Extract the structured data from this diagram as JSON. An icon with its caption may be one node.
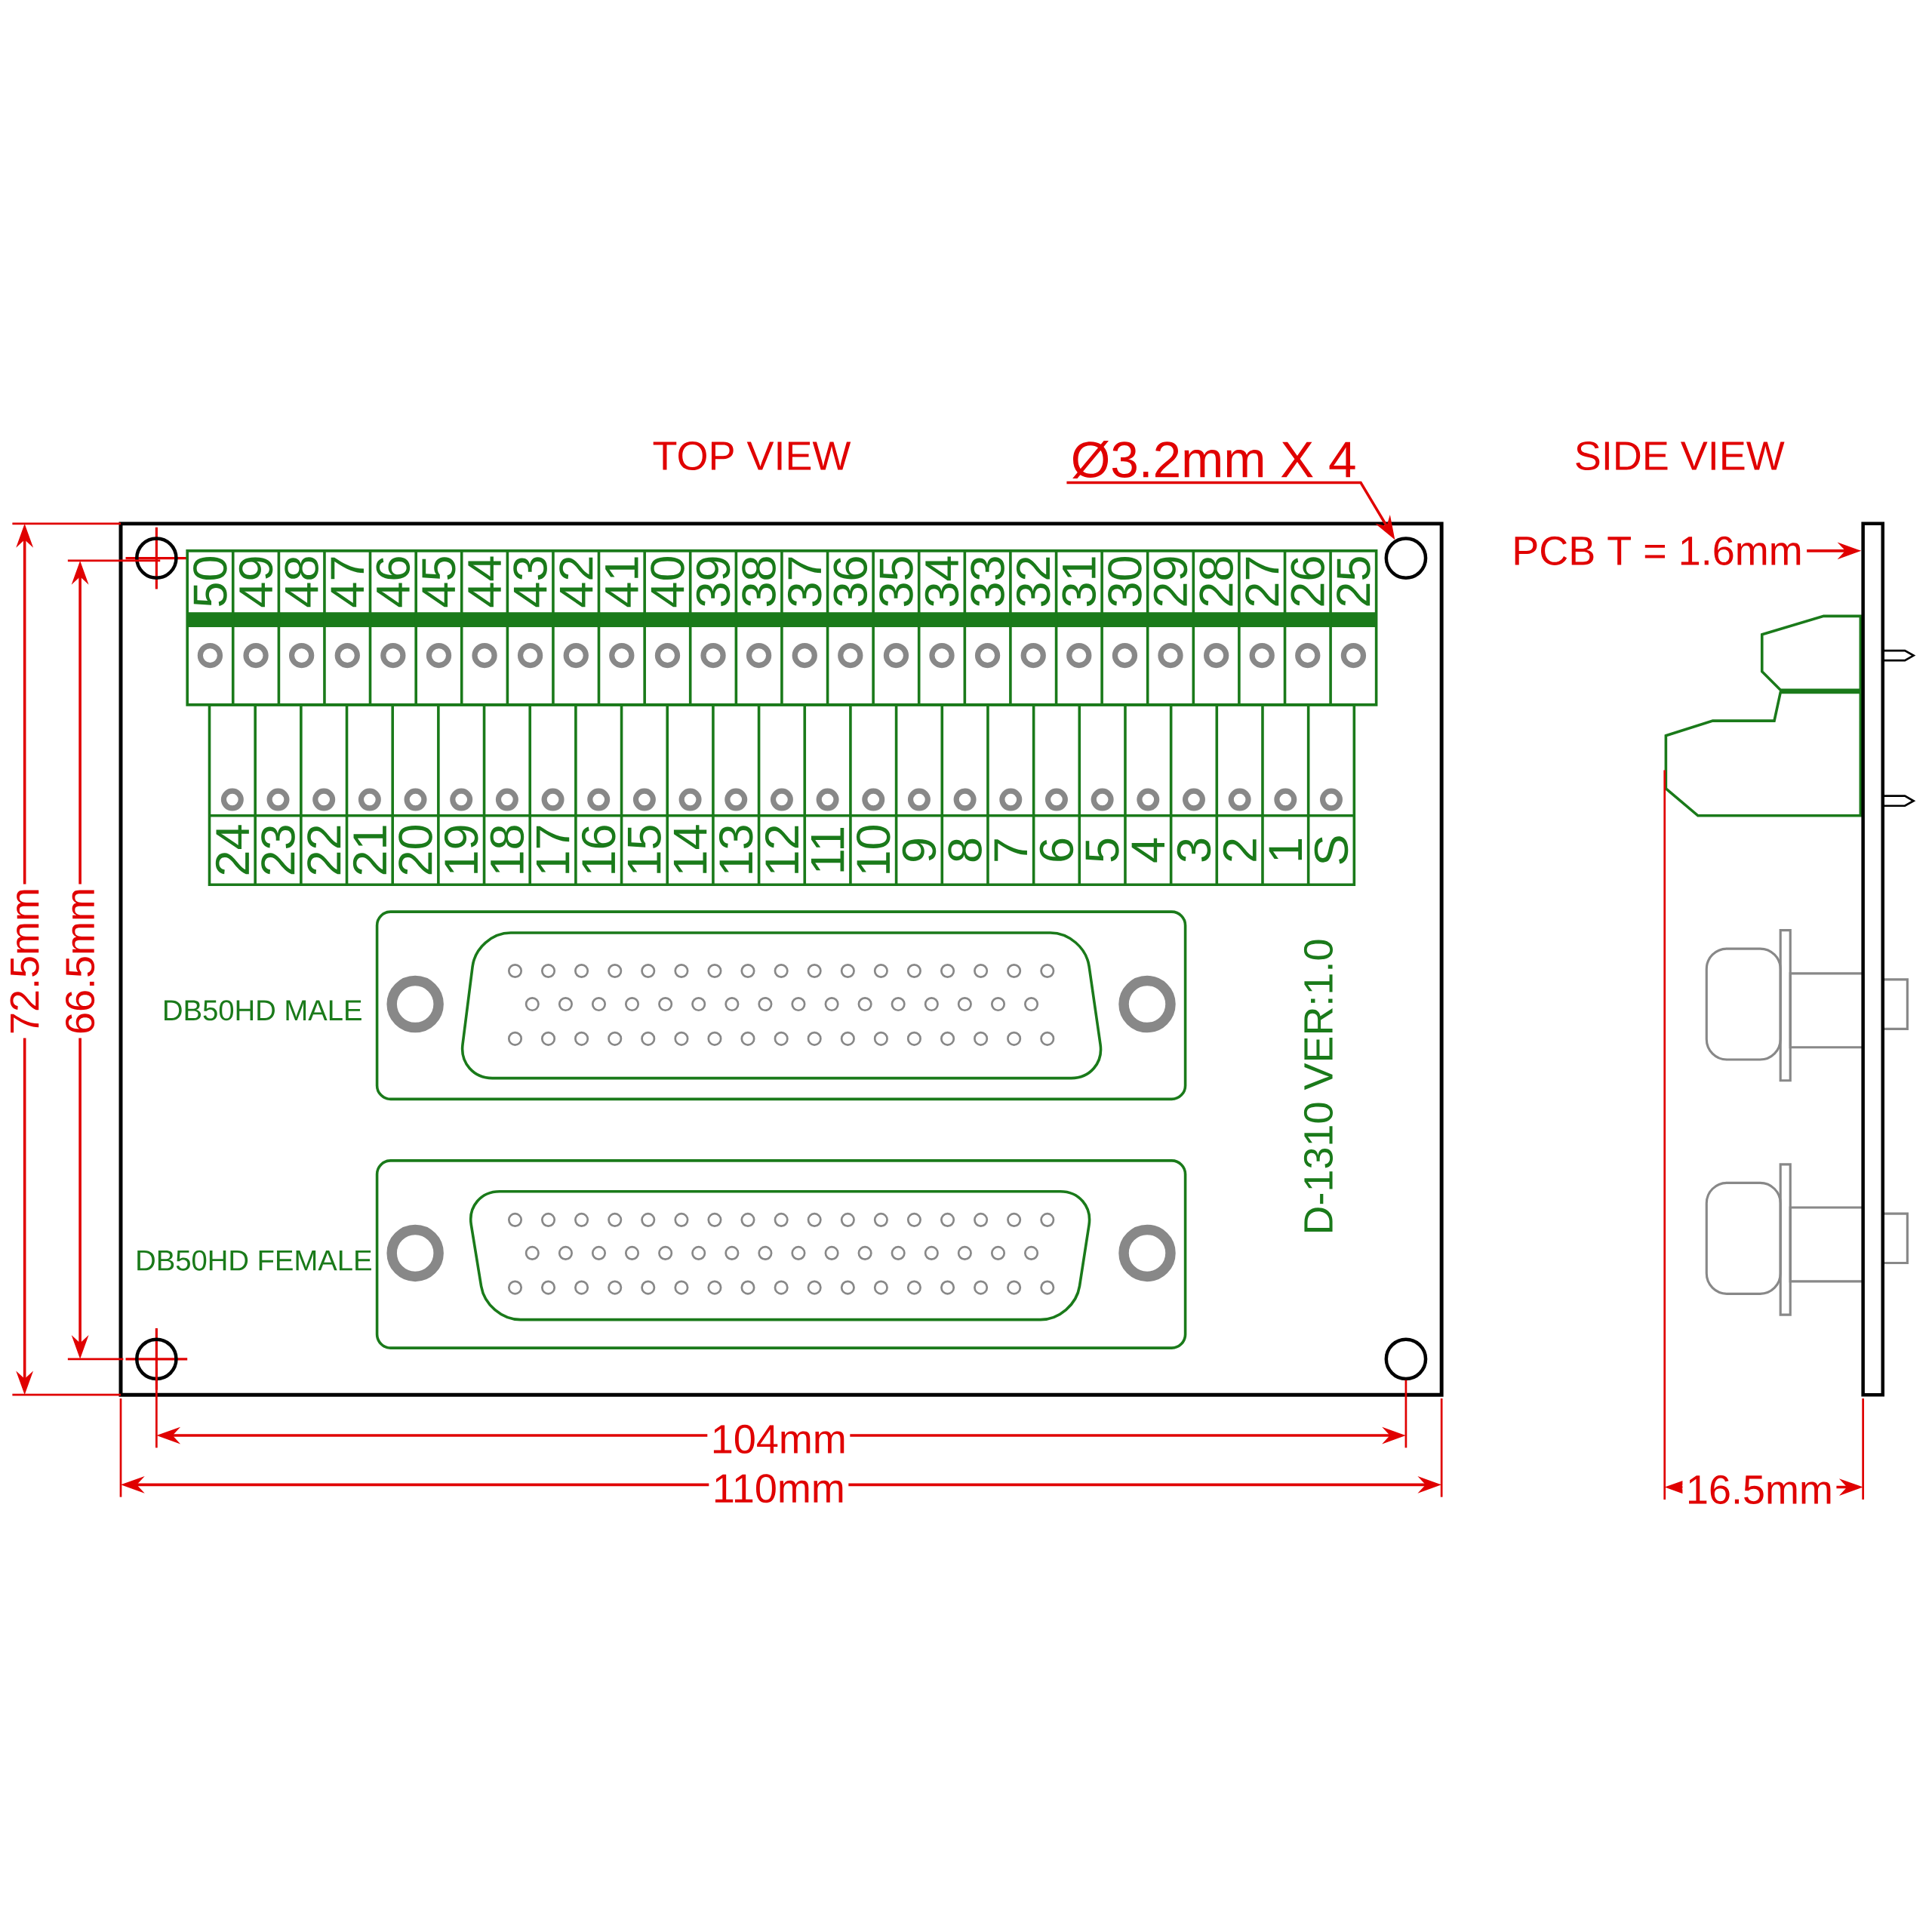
{
  "diagram": {
    "nodes": [
      {
        "text": [
          "Ø3.2mm X 4"
        ]
      },
      {
        "text": [],
        "shape": "circle"
      },
      {
        "text": [],
        "shape": "circle"
      },
      {
        "text": [],
        "shape": "circle"
      },
      {
        "text": [],
        "shape": "circle"
      },
      {
        "text": [
          "PCB T = 1.6mm"
        ]
      },
      {
        "text": [],
        "shape": "bar"
      }
    ],
    "edges": [
      {
        "from": 0,
        "to": 2,
        "arrow": "to"
      },
      {
        "from": 5,
        "to": 6,
        "arrow": "to"
      }
    ],
    "labels": [
      "TOP VIEW",
      "SIDE VIEW",
      "50",
      "49",
      "48",
      "47",
      "46",
      "45",
      "44",
      "43",
      "42",
      "41",
      "40",
      "39",
      "38",
      "37",
      "36",
      "35",
      "34",
      "33",
      "32",
      "31",
      "30",
      "29",
      "28",
      "27",
      "26",
      "25",
      "24",
      "23",
      "22",
      "21",
      "20",
      "19",
      "18",
      "17",
      "16",
      "15",
      "14",
      "13",
      "12",
      "11",
      "10",
      "9",
      "8",
      "7",
      "6",
      "5",
      "4",
      "3",
      "2",
      "1",
      "S",
      "72.5mm",
      "66.5mm",
      "DB50HD MALE",
      "D-1310 VER:1.0",
      "DB50HD FEMALE",
      "104mm",
      "110mm",
      "16.5mm"
    ]
  }
}
